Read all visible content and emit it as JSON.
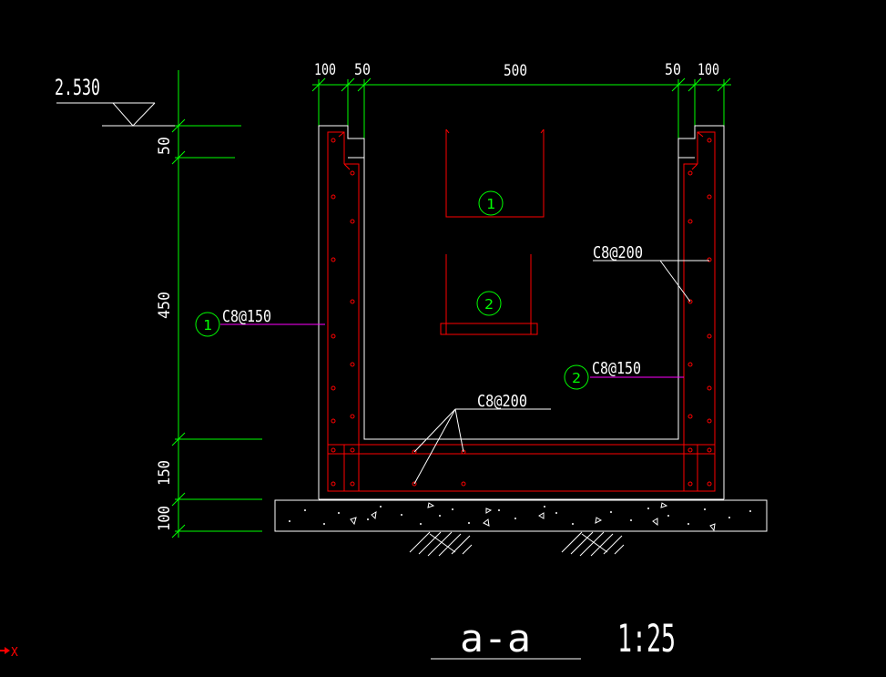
{
  "drawing": {
    "elevation": "2.530",
    "top_dims": [
      "100",
      "50",
      "500",
      "50",
      "100"
    ],
    "left_dims": [
      "50",
      "450",
      "150",
      "100"
    ],
    "callouts": {
      "left_bar_num": "1",
      "left_bar_spec": "C8@150",
      "right_bar_num": "2",
      "right_bar_spec": "C8@150",
      "right_dist_spec": "C8@200",
      "bottom_dist_spec": "C8@200"
    },
    "detail_labels": [
      "1",
      "2"
    ],
    "section_title": "a-a",
    "scale": "1:25",
    "axis_label": "X"
  },
  "colors": {
    "background": "#000000",
    "dimension": "#00ff00",
    "outline": "#ffffff",
    "rebar": "#ff0000",
    "leader": "#ff00ff"
  }
}
